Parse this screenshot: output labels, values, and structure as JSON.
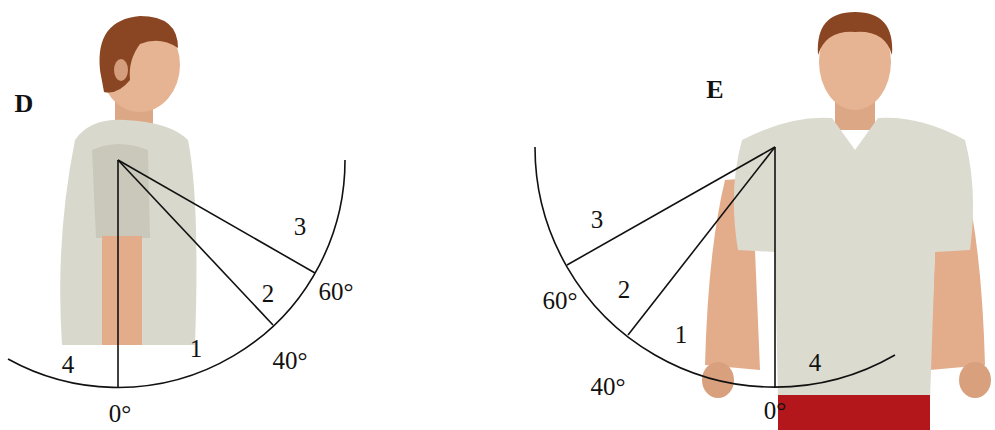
{
  "diagram": {
    "labels": [
      "D",
      "3",
      "2",
      "60°",
      "1",
      "40°",
      "4",
      "0°",
      "E",
      "3",
      "60°",
      "2",
      "1",
      "40°",
      "4",
      "0°"
    ]
  }
}
